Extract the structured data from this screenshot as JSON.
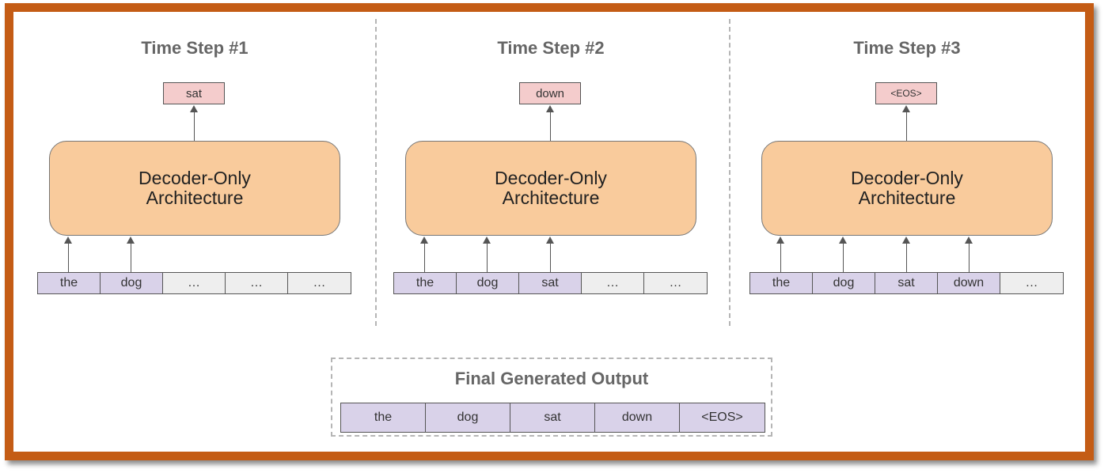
{
  "steps": [
    {
      "title": "Time Step #1",
      "output": "sat",
      "decoder_line1": "Decoder-Only",
      "decoder_line2": "Architecture",
      "tokens": [
        "the",
        "dog",
        "…",
        "…",
        "…"
      ]
    },
    {
      "title": "Time Step #2",
      "output": "down",
      "decoder_line1": "Decoder-Only",
      "decoder_line2": "Architecture",
      "tokens": [
        "the",
        "dog",
        "sat",
        "…",
        "…"
      ]
    },
    {
      "title": "Time Step #3",
      "output": "<EOS>",
      "decoder_line1": "Decoder-Only",
      "decoder_line2": "Architecture",
      "tokens": [
        "the",
        "dog",
        "sat",
        "down",
        "…"
      ]
    }
  ],
  "final": {
    "title": "Final Generated Output",
    "tokens": [
      "the",
      "dog",
      "sat",
      "down",
      "<EOS>"
    ]
  },
  "colors": {
    "frame": "#c45c15",
    "output_token": "#f4cccc",
    "decoder": "#f9cb9c",
    "input_token": "#d9d2e9",
    "empty_token": "#eeeeee"
  }
}
